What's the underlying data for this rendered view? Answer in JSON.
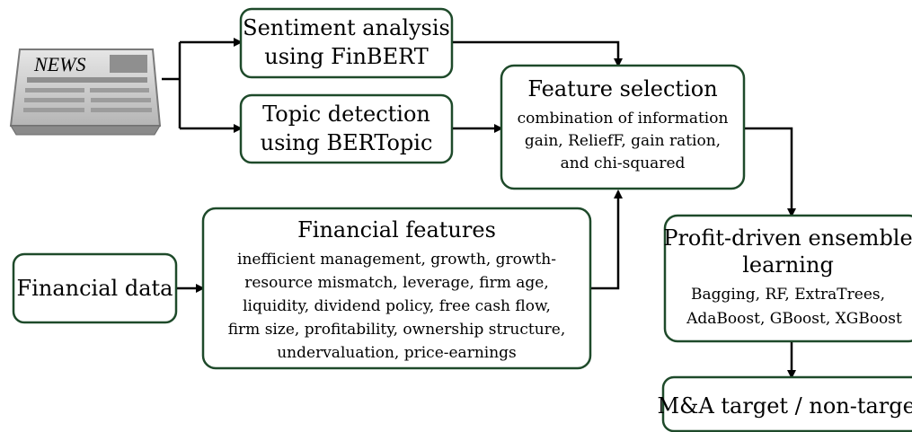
{
  "colors": {
    "box_border": "#1e4a2a",
    "arrow": "#000000",
    "news_icon_body": "#c9c9c9",
    "news_icon_dark": "#8a8a8a"
  },
  "icons": {
    "news": "newspaper-icon"
  },
  "news_icon": {
    "label": "NEWS"
  },
  "boxes": {
    "sentiment": {
      "lines": [
        "Sentiment analysis",
        "using FinBERT"
      ]
    },
    "topic": {
      "lines": [
        "Topic detection",
        "using BERTopic"
      ]
    },
    "feature_selection": {
      "title": "Feature selection",
      "lines": [
        "combination of information",
        "gain, ReliefF, gain ration,",
        "and chi-squared"
      ]
    },
    "financial_data": {
      "title": "Financial data"
    },
    "financial_features": {
      "title": "Financial features",
      "lines": [
        "inefficient management, growth, growth-",
        "resource mismatch, leverage, firm age,",
        "liquidity, dividend policy, free cash flow,",
        "firm size, profitability, ownership structure,",
        "undervaluation, price-earnings"
      ]
    },
    "ensemble": {
      "title_lines": [
        "Profit-driven ensemble",
        "learning"
      ],
      "lines": [
        "Bagging, RF,  ExtraTrees,",
        "AdaBoost, GBoost, XGBoost"
      ]
    },
    "output": {
      "title": "M&A target / non-target"
    }
  }
}
